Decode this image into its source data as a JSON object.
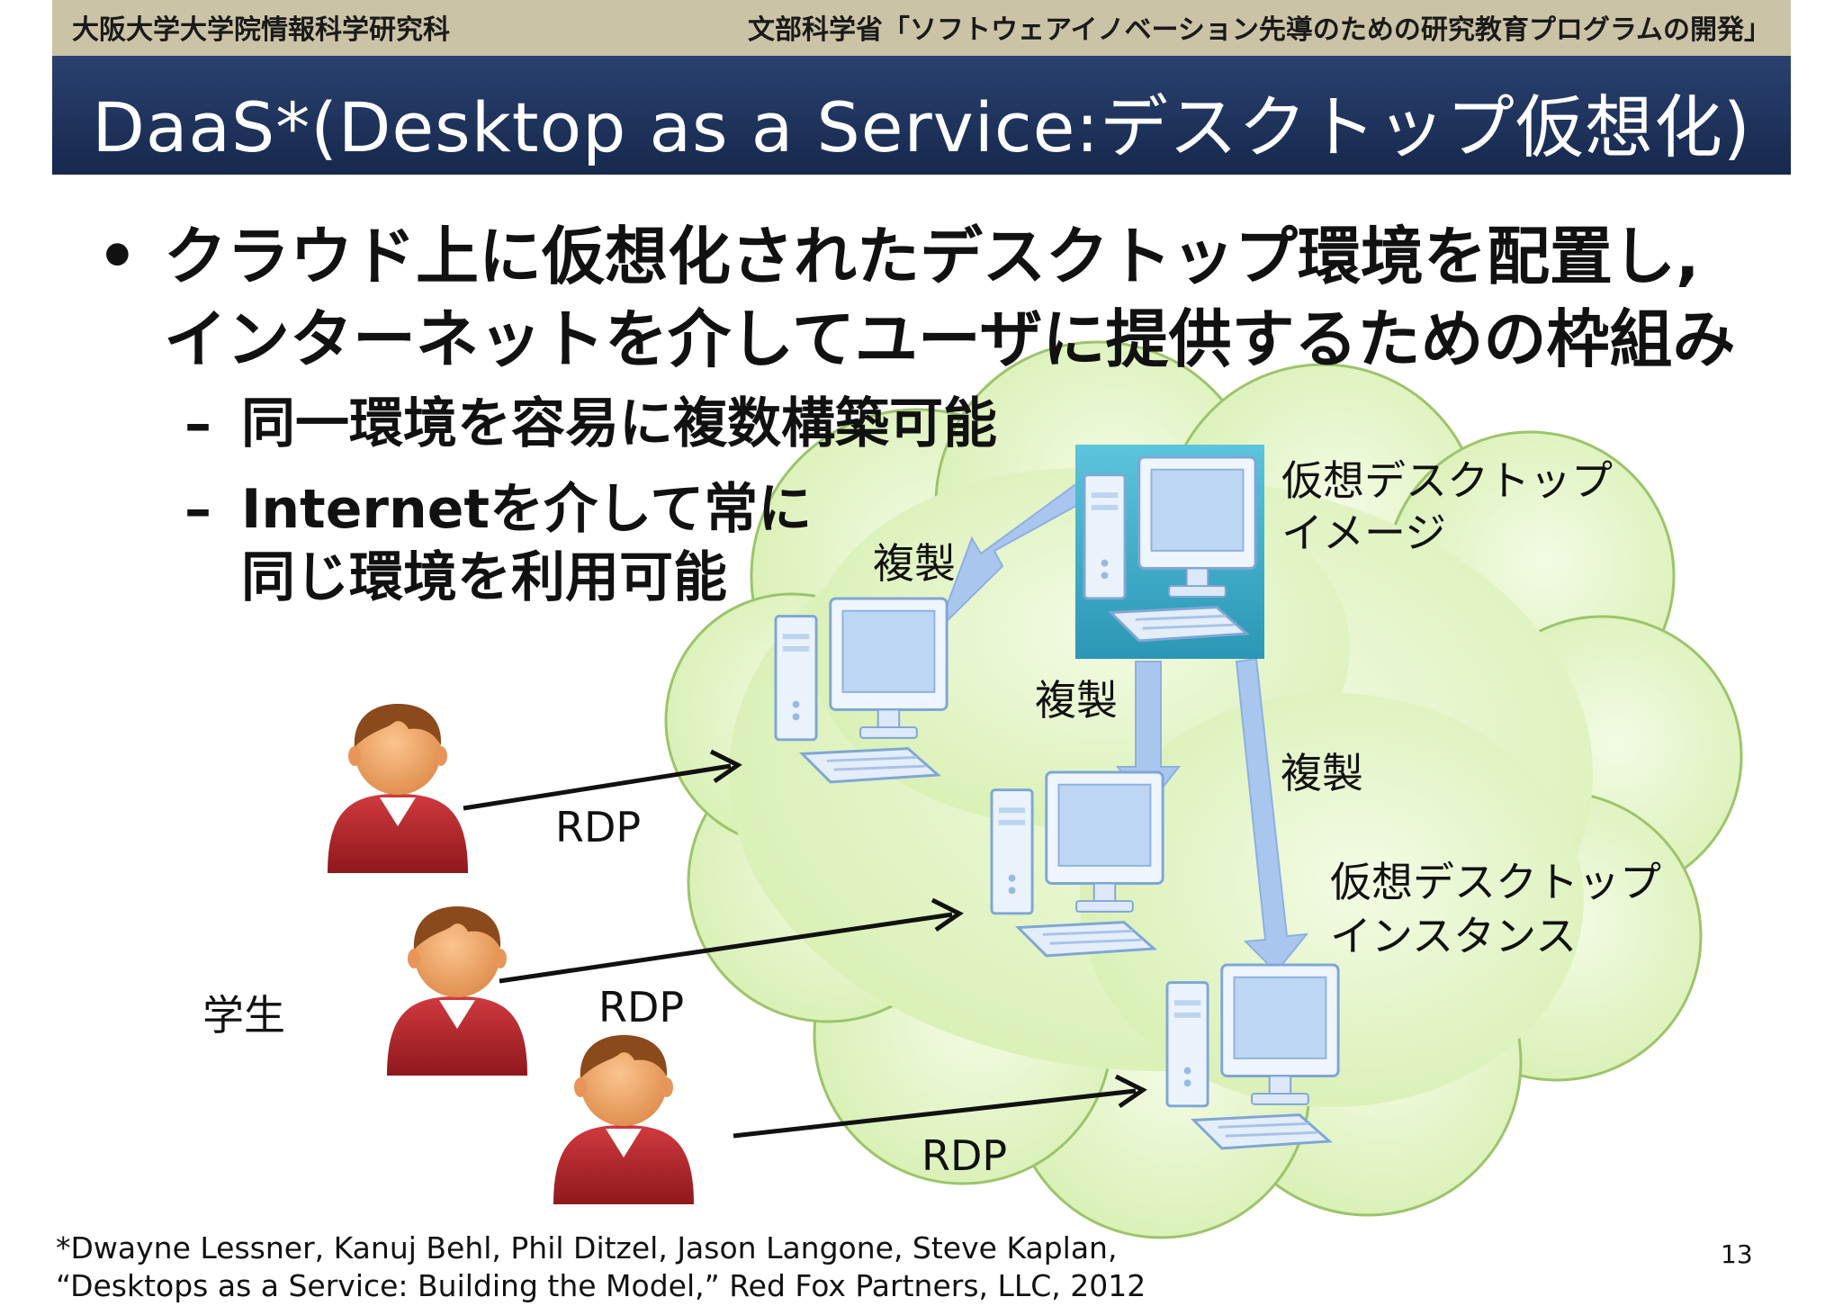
{
  "header": {
    "left": "大阪大学大学院情報科学研究科",
    "right": "文部科学省「ソフトウェアイノベーション先導のための研究教育プログラムの開発」"
  },
  "title": "DaaS*(Desktop as a Service:デスクトップ仮想化)",
  "bullets": {
    "marker": "•",
    "line1": "クラウド上に仮想化されたデスクトップ環境を配置し,",
    "line2": "インターネットを介してユーザに提供するための枠組み"
  },
  "sub_bullets": {
    "dash": "–",
    "item1": "同一環境を容易に複数構築可能",
    "item2_line1": "Internetを介して常に",
    "item2_line2": "同じ環境を利用可能"
  },
  "diagram": {
    "image_label_line1": "仮想デスクトップ",
    "image_label_line2": "イメージ",
    "instance_label_line1": "仮想デスクトップ",
    "instance_label_line2": "インスタンス",
    "copy_label": "複製",
    "rdp_label": "RDP",
    "student_label": "学生"
  },
  "footnote": {
    "line1": "*Dwayne Lessner, Kanuj Behl, Phil Ditzel, Jason Langone, Steve Kaplan,",
    "line2": "“Desktops as a Service: Building the Model,” Red Fox Partners, LLC, 2012"
  },
  "page_number": "13",
  "colors": {
    "header_bar": "#cbc3a6",
    "title_bar": "#1d3260",
    "cloud_fill": "#e2f3c3",
    "arrow_fill": "#a9c7ee",
    "person_shirt": "#b8242a",
    "person_skin": "#f0a868",
    "person_hair": "#8b4a1c"
  }
}
